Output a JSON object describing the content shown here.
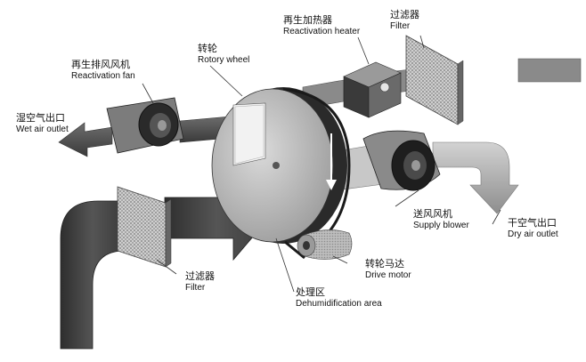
{
  "labels": {
    "rotor": {
      "zh": "转轮",
      "en": "Rotory wheel"
    },
    "reactivation_heater": {
      "zh": "再生加热器",
      "en": "Reactivation heater"
    },
    "filter_top": {
      "zh": "过滤器",
      "en": "Filter"
    },
    "reactivation_fan": {
      "zh": "再生排风风机",
      "en": "Reactivation fan"
    },
    "wet_air_outlet": {
      "zh": "湿空气出口",
      "en": "Wet air outlet"
    },
    "supply_blower": {
      "zh": "送风风机",
      "en": "Supply blower"
    },
    "dry_air_outlet": {
      "zh": "干空气出口",
      "en": "Dry air outlet"
    },
    "drive_motor": {
      "zh": "转轮马达",
      "en": "Drive motor"
    },
    "filter_bottom": {
      "zh": "过滤器",
      "en": "Filter"
    },
    "dehumidification_area": {
      "zh": "处理区",
      "en": "Dehumidification area"
    }
  },
  "colors": {
    "process_airflow": "#3c3c3c",
    "reactivation_airflow": "#505050",
    "dry_airflow": "#a8a8a8",
    "rotor_face": "#b4b4b4",
    "drive_belt": "#1a1a1a"
  }
}
